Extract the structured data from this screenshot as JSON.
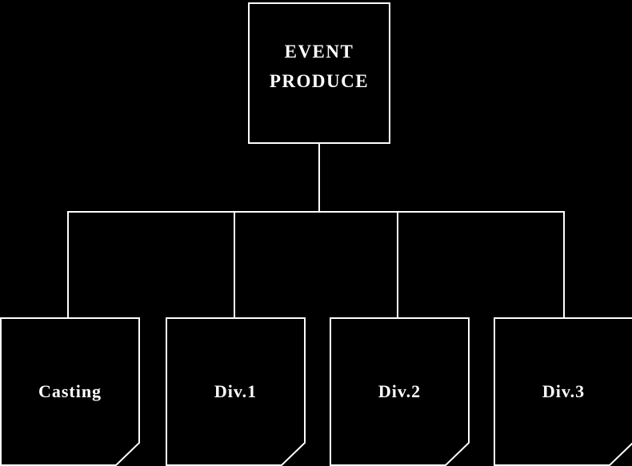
{
  "canvas": {
    "background_color": "#000000",
    "line_color": "#ffffff",
    "text_color": "#ffffff"
  },
  "chart": {
    "type": "org-chart",
    "root": {
      "line1": "EVENT",
      "line2": "PRODUCE"
    },
    "children": [
      {
        "label": "Div.1"
      },
      {
        "label": "Div.2"
      },
      {
        "label": "Div.3"
      },
      {
        "label": "Casting"
      }
    ]
  }
}
